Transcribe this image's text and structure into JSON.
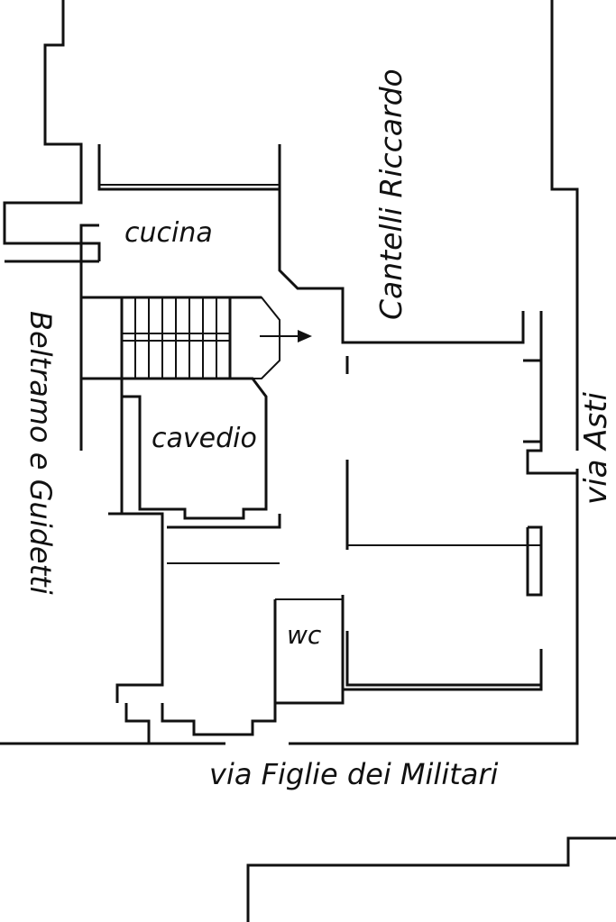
{
  "labels": {
    "kitchen": "cucina",
    "courtyard": "cavedio",
    "toilet": "wc",
    "neighbor_top": "Cantelli Riccardo",
    "neighbor_left": "Beltramo e Guidetti",
    "street_right": "via Asti",
    "street_bottom": "via Figlie dei Militari"
  }
}
